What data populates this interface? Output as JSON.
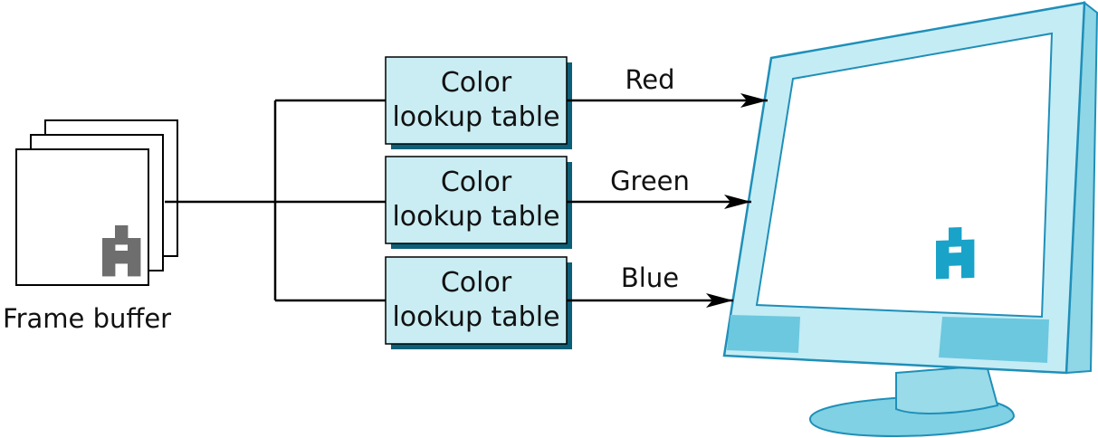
{
  "frame_buffer": {
    "label": "Frame buffer",
    "pixel_glyph_color": "#6e6e6e"
  },
  "lookup_tables": [
    {
      "line1": "Color",
      "line2": "lookup table",
      "channel": "Red"
    },
    {
      "line1": "Color",
      "line2": "lookup table",
      "channel": "Green"
    },
    {
      "line1": "Color",
      "line2": "lookup table",
      "channel": "Blue"
    }
  ],
  "monitor": {
    "pixel_glyph_color": "#19a3c9"
  },
  "colors": {
    "table_fill": "#c9edf3",
    "table_shadow": "#0d5f78",
    "monitor_frame": "#c4ecf5",
    "monitor_panel": "#6cc8de",
    "outline": "#1f8fb8",
    "line": "#000000"
  },
  "icons": {
    "frame_pixel_glyph": "pixel-A-glyph",
    "monitor_pixel_glyph": "pixel-A-glyph",
    "arrowhead": "arrowhead-icon"
  }
}
